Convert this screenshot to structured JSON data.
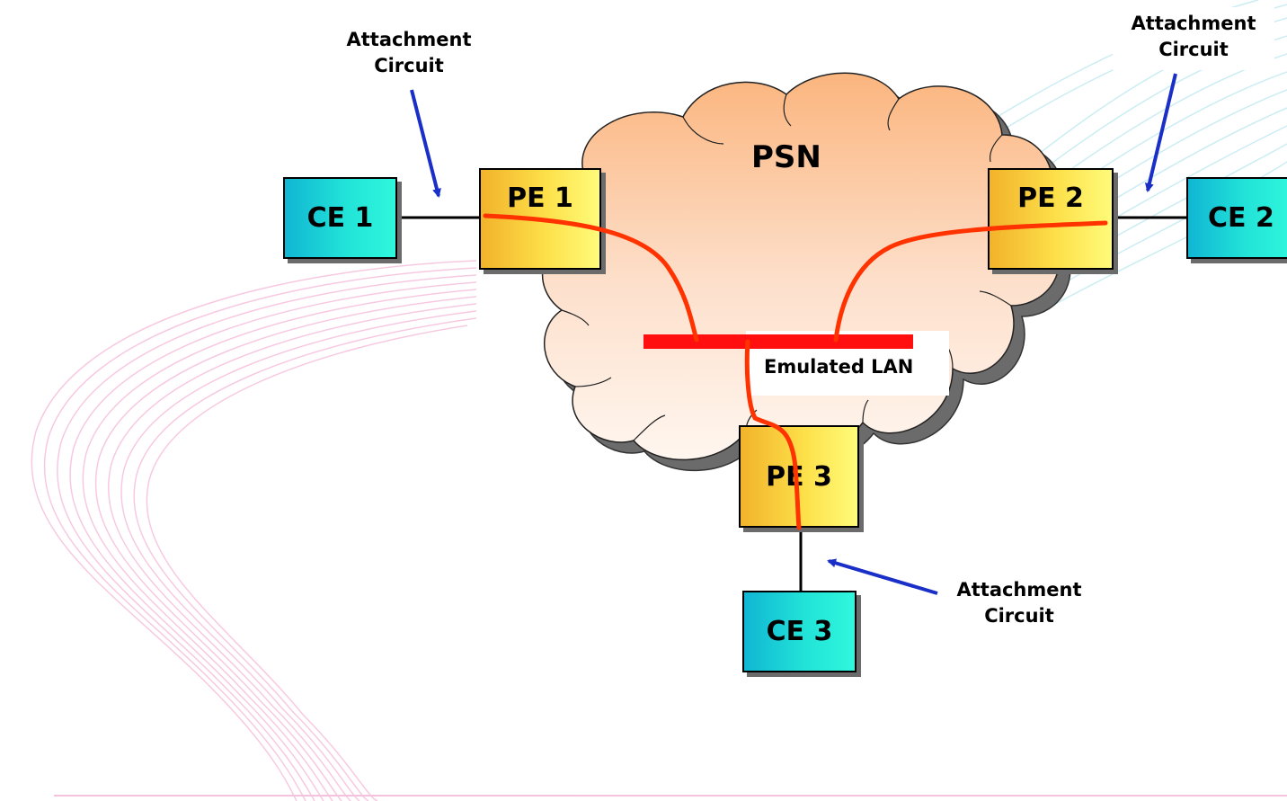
{
  "diagram": {
    "cloud_label": "PSN",
    "lan_label": "Emulated LAN",
    "nodes": {
      "ce1": "CE 1",
      "ce2": "CE 2",
      "ce3": "CE 3",
      "pe1": "PE 1",
      "pe2": "PE 2",
      "pe3": "PE 3"
    },
    "attachment_labels": {
      "top_left": "Attachment Circuit",
      "top_right": "Attachment Circuit",
      "bottom": "Attachment Circuit"
    },
    "colors": {
      "ce_fill": "#22e3d8",
      "pe_fill": "#fde04a",
      "pseudowire": "#ff3300",
      "lan_bar": "#ff0f0f",
      "arrow": "#1a2fc8",
      "cloud_fill": "#fbc69a",
      "background_wave_pink": "#f6c0dc",
      "background_wave_teal": "#c6ecf2"
    }
  }
}
